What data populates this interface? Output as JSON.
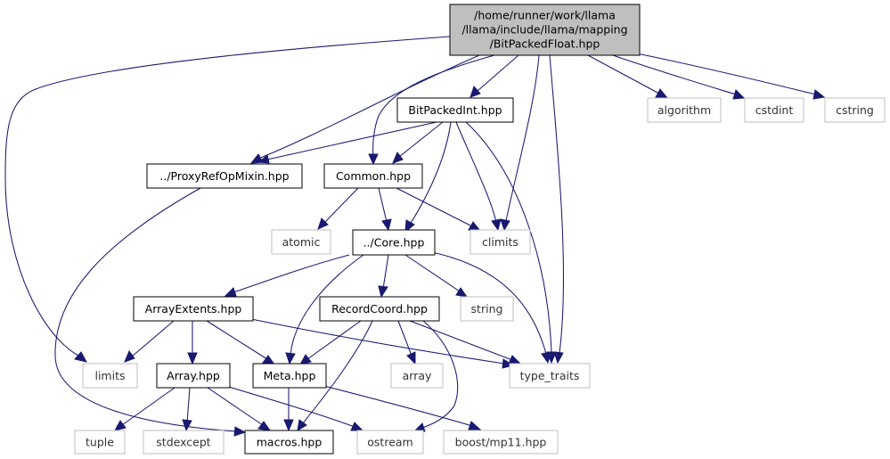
{
  "graph": {
    "root": {
      "id": "root",
      "lines": [
        "/home/runner/work/llama",
        "/llama/include/llama/mapping",
        "/BitPackedFloat.hpp"
      ]
    },
    "nodes": [
      {
        "id": "algorithm",
        "label": "algorithm",
        "external": true
      },
      {
        "id": "cstdint",
        "label": "cstdint",
        "external": true
      },
      {
        "id": "cstring",
        "label": "cstring",
        "external": true
      },
      {
        "id": "bitpackedint",
        "label": "BitPackedInt.hpp",
        "external": false
      },
      {
        "id": "proxyref",
        "label": "../ProxyRefOpMixin.hpp",
        "external": false
      },
      {
        "id": "common",
        "label": "Common.hpp",
        "external": false
      },
      {
        "id": "atomic",
        "label": "atomic",
        "external": true
      },
      {
        "id": "core",
        "label": "../Core.hpp",
        "external": false
      },
      {
        "id": "climits",
        "label": "climits",
        "external": true
      },
      {
        "id": "arrayextents",
        "label": "ArrayExtents.hpp",
        "external": false
      },
      {
        "id": "recordcoord",
        "label": "RecordCoord.hpp",
        "external": false
      },
      {
        "id": "string",
        "label": "string",
        "external": true
      },
      {
        "id": "limits",
        "label": "limits",
        "external": true
      },
      {
        "id": "array_hpp",
        "label": "Array.hpp",
        "external": false
      },
      {
        "id": "meta",
        "label": "Meta.hpp",
        "external": false
      },
      {
        "id": "array_std",
        "label": "array",
        "external": true
      },
      {
        "id": "type_traits",
        "label": "type_traits",
        "external": true
      },
      {
        "id": "tuple",
        "label": "tuple",
        "external": true
      },
      {
        "id": "stdexcept",
        "label": "stdexcept",
        "external": true
      },
      {
        "id": "macros",
        "label": "macros.hpp",
        "external": false
      },
      {
        "id": "ostream",
        "label": "ostream",
        "external": true
      },
      {
        "id": "mp11",
        "label": "boost/mp11.hpp",
        "external": true
      }
    ],
    "edges": [
      [
        "root",
        "limits"
      ],
      [
        "root",
        "proxyref"
      ],
      [
        "root",
        "common"
      ],
      [
        "root",
        "bitpackedint"
      ],
      [
        "root",
        "climits"
      ],
      [
        "root",
        "type_traits"
      ],
      [
        "root",
        "algorithm"
      ],
      [
        "root",
        "cstdint"
      ],
      [
        "root",
        "cstring"
      ],
      [
        "bitpackedint",
        "proxyref"
      ],
      [
        "bitpackedint",
        "common"
      ],
      [
        "bitpackedint",
        "core"
      ],
      [
        "bitpackedint",
        "climits"
      ],
      [
        "bitpackedint",
        "type_traits"
      ],
      [
        "proxyref",
        "macros"
      ],
      [
        "common",
        "atomic"
      ],
      [
        "common",
        "core"
      ],
      [
        "common",
        "climits"
      ],
      [
        "core",
        "arrayextents"
      ],
      [
        "core",
        "meta"
      ],
      [
        "core",
        "recordcoord"
      ],
      [
        "core",
        "string"
      ],
      [
        "core",
        "type_traits"
      ],
      [
        "arrayextents",
        "limits"
      ],
      [
        "arrayextents",
        "array_hpp"
      ],
      [
        "arrayextents",
        "meta"
      ],
      [
        "arrayextents",
        "type_traits"
      ],
      [
        "recordcoord",
        "meta"
      ],
      [
        "recordcoord",
        "macros"
      ],
      [
        "recordcoord",
        "array_std"
      ],
      [
        "recordcoord",
        "type_traits"
      ],
      [
        "recordcoord",
        "ostream"
      ],
      [
        "array_hpp",
        "tuple"
      ],
      [
        "array_hpp",
        "stdexcept"
      ],
      [
        "array_hpp",
        "macros"
      ],
      [
        "array_hpp",
        "ostream"
      ],
      [
        "meta",
        "macros"
      ],
      [
        "meta",
        "mp11"
      ]
    ]
  }
}
